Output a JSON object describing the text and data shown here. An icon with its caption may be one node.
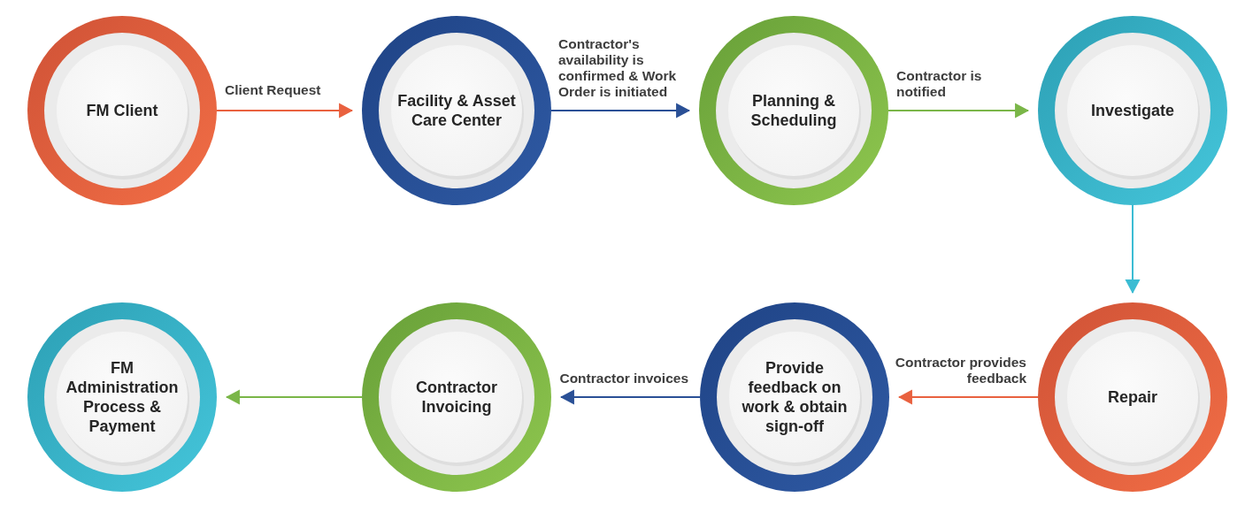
{
  "diagram": {
    "nodes": [
      {
        "text": [
          "FM Client"
        ]
      },
      {
        "text": [
          "Facility & Asset Care Center"
        ]
      },
      {
        "text": [
          "Planning & Scheduling"
        ]
      },
      {
        "text": [
          "Investigate"
        ]
      },
      {
        "text": [
          "Repair"
        ]
      },
      {
        "text": [
          "Provide feedback on work & obtain sign-off"
        ]
      },
      {
        "text": [
          "Contractor Invoicing"
        ]
      },
      {
        "text": [
          "FM Administration Process & Payment"
        ]
      }
    ],
    "edges": [
      {
        "from": 0,
        "to": 1,
        "arrow": "to",
        "label": "Client Request",
        "color": "#e9613f"
      },
      {
        "from": 1,
        "to": 2,
        "arrow": "to",
        "label": "Contractor's availability is confirmed & Work Order is initiated",
        "color": "#2a5096"
      },
      {
        "from": 2,
        "to": 3,
        "arrow": "to",
        "label": "Contractor is notified",
        "color": "#7ab648"
      },
      {
        "from": 3,
        "to": 4,
        "arrow": "to",
        "color": "#3bbcd3"
      },
      {
        "from": 4,
        "to": 5,
        "arrow": "to",
        "label": "Contractor provides feedback",
        "color": "#e9613f"
      },
      {
        "from": 5,
        "to": 6,
        "arrow": "to",
        "label": "Contractor invoices",
        "color": "#2a5096"
      },
      {
        "from": 6,
        "to": 7,
        "arrow": "to",
        "color": "#7ab648"
      }
    ]
  }
}
